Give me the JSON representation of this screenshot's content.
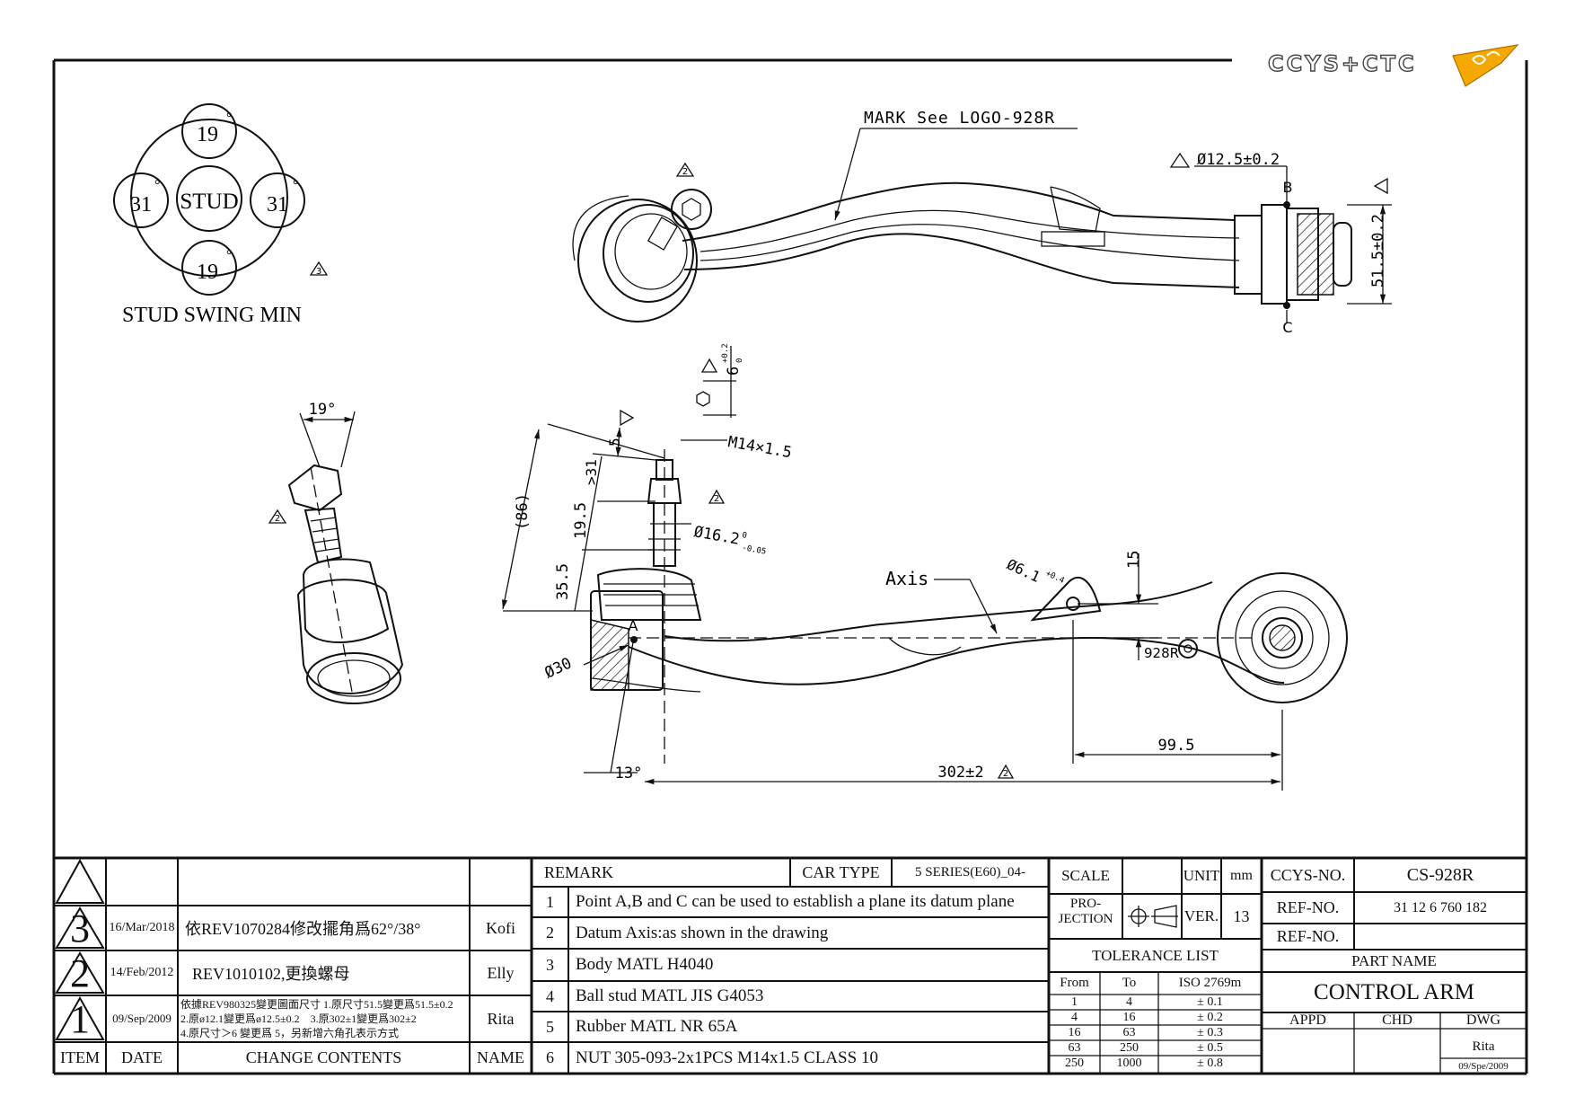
{
  "brand": {
    "logo_text": "CCYS+CTC"
  },
  "drawing": {
    "stud_swing": {
      "center": "STUD",
      "top": "19",
      "bottom": "19",
      "left": "31",
      "right": "31",
      "caption": "STUD SWING MIN",
      "deg": "°",
      "rev_mark": "3"
    },
    "top_view": {
      "mark_note": "MARK See LOGO-928R",
      "bush_dia": "Ø12.5±0.2",
      "bush_len": "51.5±0.2",
      "point_b": "B",
      "point_c": "C",
      "rev_mark": "2"
    },
    "stud_view": {
      "angle": "19°",
      "rev_mark": "2"
    },
    "side_view": {
      "hex": "6",
      "hex_tol_up": "+0.2",
      "hex_tol_lo": "0",
      "thread": "M14×1.5",
      "dim_5": "5",
      "dim_31": ">31",
      "dim_86": "(86)",
      "dim_195": "19.5",
      "dim_355": "35.5",
      "stud_dia": "Ø16.2",
      "stud_dia_tol_up": "0",
      "stud_dia_tol_lo": "-0.05",
      "dim_30": "Ø30",
      "point_a": "A",
      "axis": "Axis",
      "hole_dia": "Ø6.1",
      "hole_tol": "+0.4",
      "dim_15": "15",
      "logo": "928R",
      "dim_995": "99.5",
      "dim_302": "302±2",
      "angle_13": "13°",
      "rev_mark": "2"
    }
  },
  "revisions": [
    {
      "item": "3",
      "date": "16/Mar/2018",
      "content": "依REV1070284修改擺角爲62°/38°",
      "name": "Kofi"
    },
    {
      "item": "2",
      "date": "14/Feb/2012",
      "content": "REV1010102,更換螺母",
      "name": "Elly"
    },
    {
      "item": "1",
      "date": "09/Sep/2009",
      "content_lines": [
        "依據REV980325變更圖面尺寸 1.原尺寸51.5變更爲51.5±0.2",
        "2.原ø12.1變更爲ø12.5±0.2　3.原302±1變更爲302±2",
        "4.原尺寸＞6 變更爲 5，另新增六角孔表示方式"
      ],
      "name": "Rita"
    }
  ],
  "rev_headers": {
    "item": "ITEM",
    "date": "DATE",
    "content": "CHANGE CONTENTS",
    "name": "NAME"
  },
  "remarks": {
    "header": "REMARK",
    "car_type_label": "CAR TYPE",
    "car_type": "5 SERIES(E60)_04-",
    "items": [
      {
        "no": "1",
        "text": "Point A,B and C can be used to establish a plane its datum plane"
      },
      {
        "no": "2",
        "text": "Datum Axis:as shown in the drawing"
      },
      {
        "no": "3",
        "text": "Body MATL H4040"
      },
      {
        "no": "4",
        "text": "Ball stud MATL JIS G4053"
      },
      {
        "no": "5",
        "text": "Rubber MATL NR 65A"
      },
      {
        "no": "6",
        "text": "NUT 305-093-2x1PCS M14x1.5 CLASS 10"
      }
    ]
  },
  "title_block": {
    "scale_label": "SCALE",
    "unit_label": "UNIT",
    "unit": "mm",
    "projection_label_1": "PRO-",
    "projection_label_2": "JECTION",
    "ver_label": "VER.",
    "ver": "13",
    "ccys_label": "CCYS-NO.",
    "ccys_no": "CS-928R",
    "ref_label": "REF-NO.",
    "ref_no": "31 12 6 760 182",
    "ref_label_2": "REF-NO.",
    "part_name_label": "PART NAME",
    "part_name": "CONTROL ARM",
    "appd": "APPD",
    "chd": "CHD",
    "dwg": "DWG",
    "drawer": "Rita",
    "drawn_date": "09/Spe/2009"
  },
  "tolerance": {
    "title": "TOLERANCE LIST",
    "headers": [
      "From",
      "To",
      "ISO 2769m"
    ],
    "rows": [
      [
        "1",
        "4",
        "± 0.1"
      ],
      [
        "4",
        "16",
        "± 0.2"
      ],
      [
        "16",
        "63",
        "± 0.3"
      ],
      [
        "63",
        "250",
        "± 0.5"
      ],
      [
        "250",
        "1000",
        "± 0.8"
      ]
    ]
  }
}
